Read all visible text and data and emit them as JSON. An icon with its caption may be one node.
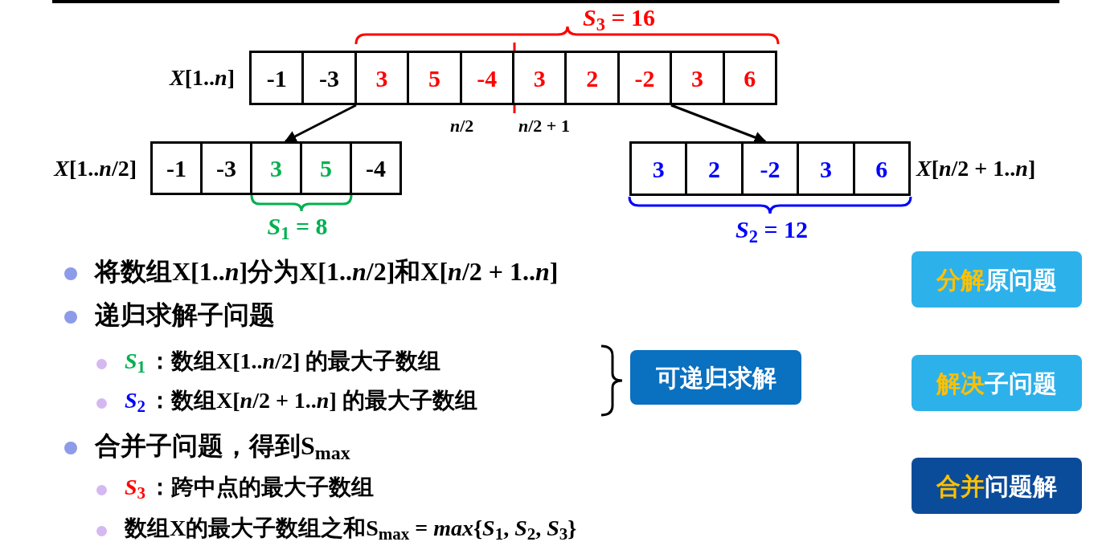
{
  "diagram": {
    "nodes": [
      {
        "text": [],
        "shape": "box",
        "beside": [
          "*X*[1..*n*]"
        ]
      },
      {
        "text": [
          "-1"
        ],
        "in": 0
      },
      {
        "text": [
          "-3"
        ],
        "in": 0
      },
      {
        "text": [
          "3"
        ],
        "in": 0
      },
      {
        "text": [
          "5"
        ],
        "in": 0
      },
      {
        "text": [
          "-4"
        ],
        "in": 0
      },
      {
        "text": [
          "3"
        ],
        "in": 0
      },
      {
        "text": [
          "2"
        ],
        "in": 0
      },
      {
        "text": [
          "-2"
        ],
        "in": 0
      },
      {
        "text": [
          "3"
        ],
        "in": 0
      },
      {
        "text": [
          "6"
        ],
        "in": 0
      },
      {
        "text": [],
        "shape": "box",
        "beside": [
          "*X*[1..*n*/2]"
        ]
      },
      {
        "text": [
          "-1"
        ],
        "in": 11
      },
      {
        "text": [
          "-3"
        ],
        "in": 11
      },
      {
        "text": [
          "3"
        ],
        "in": 11
      },
      {
        "text": [
          "5"
        ],
        "in": 11
      },
      {
        "text": [
          "-4"
        ],
        "in": 11
      },
      {
        "text": [],
        "shape": "box",
        "beside": [
          "*X*[*n*/2 + 1..*n*]"
        ]
      },
      {
        "text": [
          "3"
        ],
        "in": 17
      },
      {
        "text": [
          "2"
        ],
        "in": 17
      },
      {
        "text": [
          "-2"
        ],
        "in": 17
      },
      {
        "text": [
          "3"
        ],
        "in": 17
      },
      {
        "text": [
          "6"
        ],
        "in": 17
      },
      {
        "text": [
          "分解",
          "原问题"
        ]
      },
      {
        "text": [
          "可递归求解"
        ]
      },
      {
        "text": [
          "解决",
          "子问题"
        ]
      },
      {
        "text": [
          "合并",
          "问题解"
        ]
      }
    ],
    "edges": [
      {
        "from": 0,
        "to": 11,
        "arrow": "to"
      },
      {
        "from": 0,
        "to": 17,
        "arrow": "to"
      }
    ],
    "labels": [
      "*S*$_{3}$ = 16",
      "*n*/2",
      "*n*/2 + 1",
      "*S*$_{1}$ = 8",
      "*S*$_{2}$ = 12",
      "将数组X[1..*n*]分为X[1..*n*/2]和X[*n*/2 + 1..*n*]",
      "递归求解子问题",
      "*S*$_{1}$",
      "：数组X[1..*n*/2] 的最大子数组",
      "*S*$_{2}$",
      "：数组X[*n*/2 + 1..*n*] 的最大子数组",
      "合并子问题，得到S$_{max}$",
      "*S*$_{3}$",
      "：跨中点的最大子数组",
      "数组X的最大子数组之和S$_{max}$ = *max*{*S*$_{1}$, *S*$_{2}$, *S*$_{3}$}"
    ]
  }
}
